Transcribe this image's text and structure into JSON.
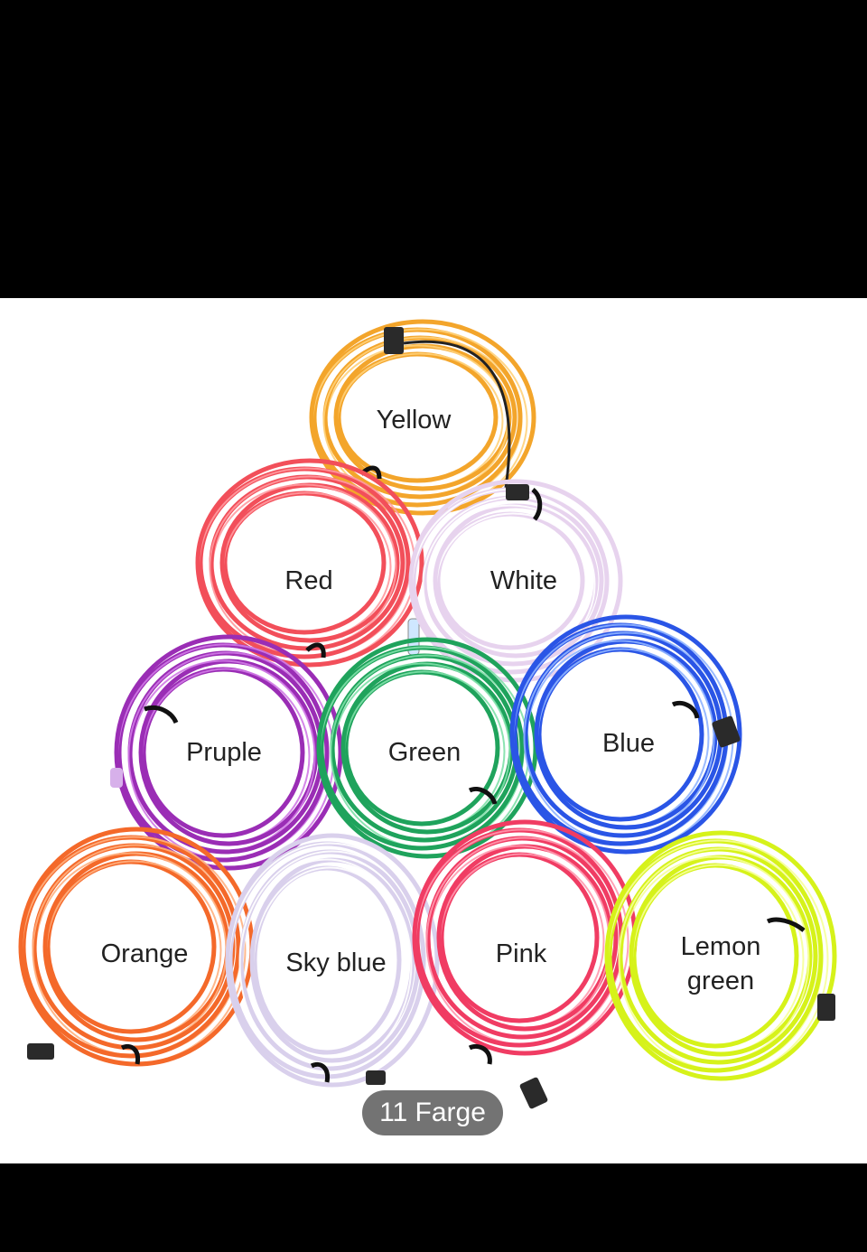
{
  "gallery": {
    "counter_label": "11 Farge"
  },
  "coils": [
    {
      "label": "Yellow",
      "color": "#f3a52b",
      "highlight": "#ffd27a"
    },
    {
      "label": "Red",
      "color": "#f24f5a",
      "highlight": "#ff9aa0"
    },
    {
      "label": "White",
      "color": "#e7d3ee",
      "highlight": "#ffffff"
    },
    {
      "label": "Pruple",
      "color": "#9a2db5",
      "highlight": "#d07ae6"
    },
    {
      "label": "Green",
      "color": "#1fa35c",
      "highlight": "#7fe0a8"
    },
    {
      "label": "Blue",
      "color": "#2a55e6",
      "highlight": "#8fb4ff"
    },
    {
      "label": "Orange",
      "color": "#f4692a",
      "highlight": "#ffb080"
    },
    {
      "label": "Sky blue",
      "color": "#d9d0ec",
      "highlight": "#ffffff"
    },
    {
      "label": "Pink",
      "color": "#f03c63",
      "highlight": "#ff98ae"
    },
    {
      "label": "Lemon",
      "label2": "green",
      "color": "#d6f21a",
      "highlight": "#f6ff9a"
    }
  ],
  "icons": {
    "connector": "plug-connector-icon",
    "tie": "cable-tie-icon"
  }
}
